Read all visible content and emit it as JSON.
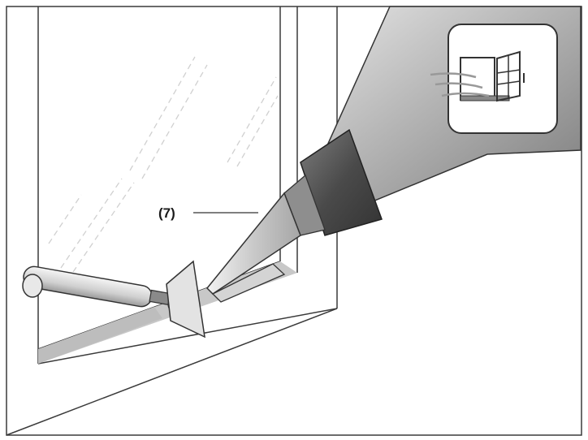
{
  "illustration": {
    "callout_label": "(7)",
    "colors": {
      "line": "#3a3a3a",
      "frame_shadow": "#c8c8c8",
      "tool_dark": "#555555",
      "tool_mid": "#8a8a8a",
      "tool_light": "#d6d6d6",
      "glass_hatch": "#d0d0d0"
    },
    "icons": [
      "window-frame-with-heat-airflow",
      "heat-gun",
      "scraper-tool",
      "reflector-nozzle"
    ]
  }
}
